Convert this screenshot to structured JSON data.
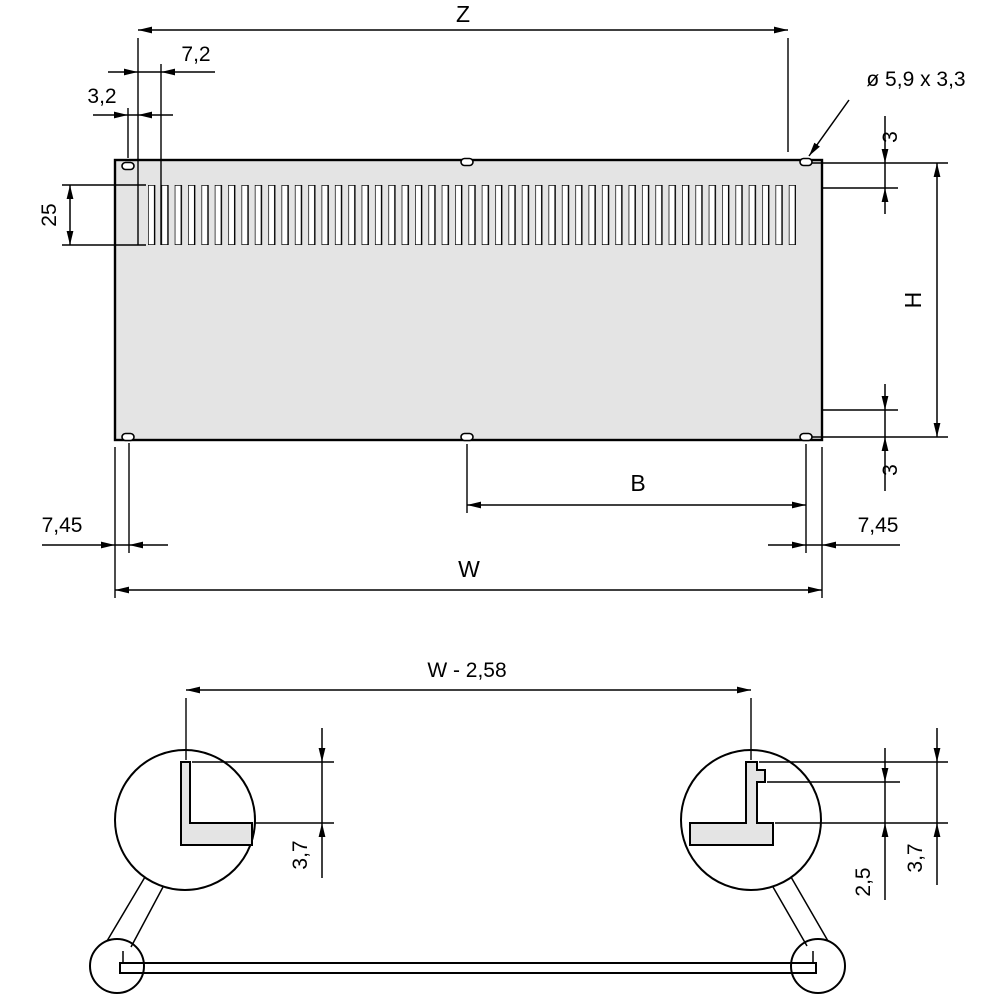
{
  "drawing": {
    "background": "#ffffff",
    "line_color": "#000000",
    "panel_fill": "#e4e4e4",
    "front_view": {
      "dim_z": "Z",
      "dim_slot_pitch": "7,2",
      "dim_slot_offset": "3,2",
      "dim_slot_height": "25",
      "hole_callout": "ø 5,9 x 3,3",
      "dim_top_edge": "3",
      "dim_height": "H",
      "dim_bottom_edge": "3",
      "dim_b": "B",
      "dim_left_margin": "7,45",
      "dim_right_margin": "7,45",
      "dim_width": "W"
    },
    "section_view": {
      "dim_width_minus": "W - 2,58",
      "dim_flange_left": "3,7",
      "dim_flange_right": "3,7",
      "dim_recess": "2,5"
    }
  }
}
